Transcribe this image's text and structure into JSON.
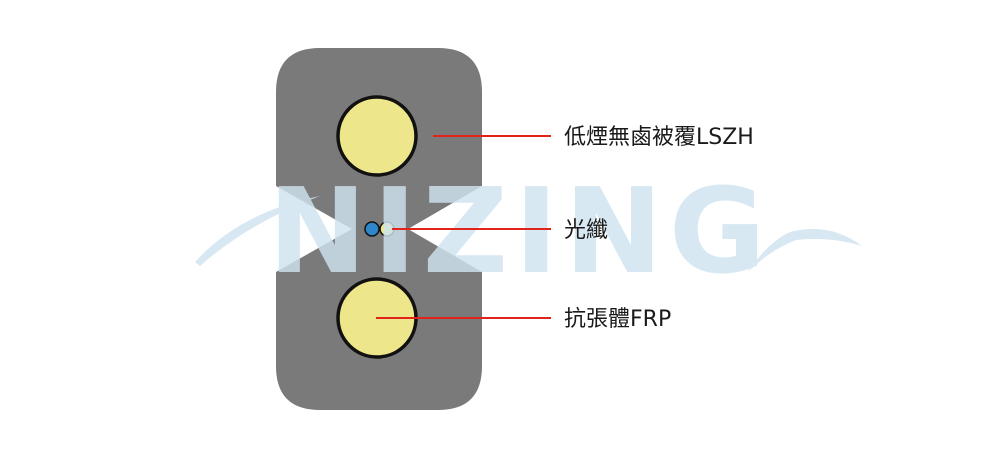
{
  "diagram": {
    "labels": {
      "jacket": "低煙無鹵被覆LSZH",
      "fiber": "光纖",
      "strength_member": "抗張體FRP"
    },
    "watermark": {
      "text": "NIZING"
    }
  },
  "colors": {
    "jacket": "#7a7a7b",
    "strength_member": "#ede68a",
    "outline": "#111111",
    "leader_line": "#e0231b",
    "fiber_blue": "#2f86c9",
    "fiber_cream": "#ede68a",
    "watermark": "#cfe3f0",
    "label_text": "#1a1a1a"
  },
  "icons": {
    "watermark": "nizing-logo-watermark"
  }
}
